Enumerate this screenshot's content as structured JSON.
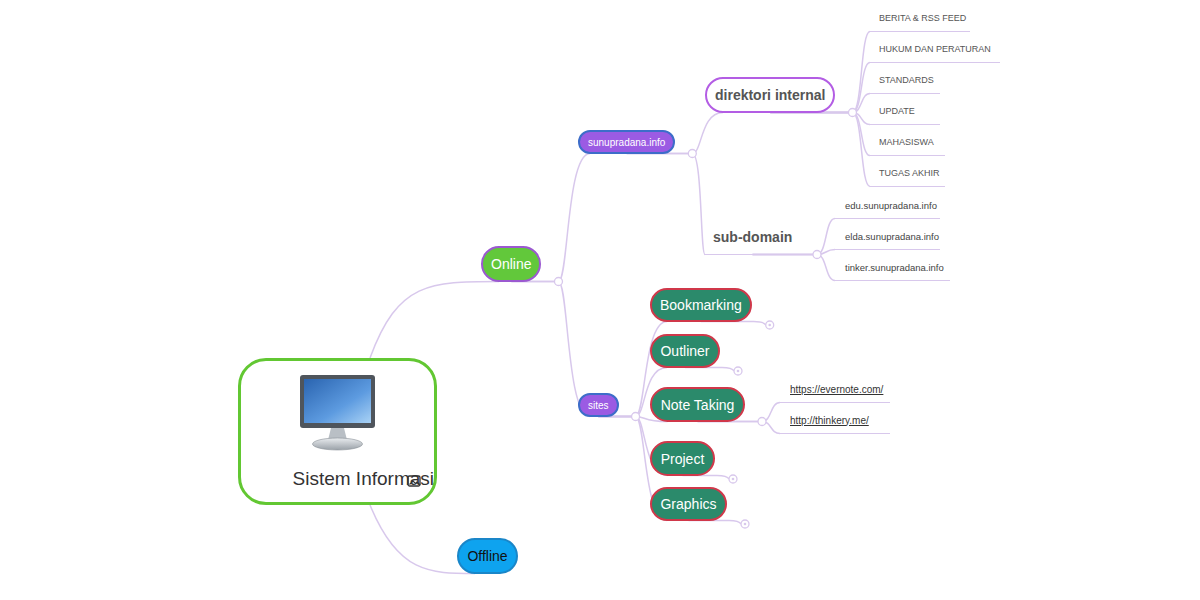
{
  "diagram": {
    "nodes": [
      {
        "text": [
          "Sistem Informasi"
        ]
      },
      {
        "text": [
          "Online"
        ]
      },
      {
        "text": [
          "sunupradana.info"
        ]
      },
      {
        "text": [
          "direktori internal"
        ]
      },
      {
        "text": [
          "BERITA & RSS FEED"
        ]
      },
      {
        "text": [
          "HUKUM DAN PERATURAN"
        ]
      },
      {
        "text": [
          "STANDARDS"
        ]
      },
      {
        "text": [
          "UPDATE"
        ]
      },
      {
        "text": [
          "MAHASISWA"
        ]
      },
      {
        "text": [
          "TUGAS AKHIR"
        ]
      },
      {
        "text": [
          "sub-domain"
        ]
      },
      {
        "text": [
          "edu.sunupradana.info"
        ]
      },
      {
        "text": [
          "elda.sunupradana.info"
        ]
      },
      {
        "text": [
          "tinker.sunupradana.info"
        ]
      },
      {
        "text": [
          "sites"
        ]
      },
      {
        "text": [
          "Bookmarking"
        ]
      },
      {
        "text": [
          "Outliner"
        ]
      },
      {
        "text": [
          "Note Taking"
        ]
      },
      {
        "text": [
          "https://evernote.com/"
        ]
      },
      {
        "text": [
          "http://thinkery.me/"
        ]
      },
      {
        "text": [
          "Project"
        ]
      },
      {
        "text": [
          "Graphics"
        ]
      },
      {
        "text": [
          "Offline"
        ]
      }
    ],
    "edges": [
      {
        "from": 0,
        "to": 1,
        "arrow": "none"
      },
      {
        "from": 1,
        "to": 2,
        "arrow": "none"
      },
      {
        "from": 2,
        "to": 3,
        "arrow": "none"
      },
      {
        "from": 3,
        "to": 4,
        "arrow": "none"
      },
      {
        "from": 3,
        "to": 5,
        "arrow": "none"
      },
      {
        "from": 3,
        "to": 6,
        "arrow": "none"
      },
      {
        "from": 3,
        "to": 7,
        "arrow": "none"
      },
      {
        "from": 3,
        "to": 8,
        "arrow": "none"
      },
      {
        "from": 3,
        "to": 9,
        "arrow": "none"
      },
      {
        "from": 2,
        "to": 10,
        "arrow": "none"
      },
      {
        "from": 10,
        "to": 11,
        "arrow": "none"
      },
      {
        "from": 10,
        "to": 12,
        "arrow": "none"
      },
      {
        "from": 10,
        "to": 13,
        "arrow": "none"
      },
      {
        "from": 1,
        "to": 14,
        "arrow": "none"
      },
      {
        "from": 14,
        "to": 15,
        "arrow": "none"
      },
      {
        "from": 14,
        "to": 16,
        "arrow": "none"
      },
      {
        "from": 14,
        "to": 17,
        "arrow": "none"
      },
      {
        "from": 17,
        "to": 18,
        "arrow": "none"
      },
      {
        "from": 17,
        "to": 19,
        "arrow": "none"
      },
      {
        "from": 14,
        "to": 20,
        "arrow": "none"
      },
      {
        "from": 14,
        "to": 21,
        "arrow": "none"
      },
      {
        "from": 0,
        "to": 22,
        "arrow": "none"
      }
    ]
  }
}
